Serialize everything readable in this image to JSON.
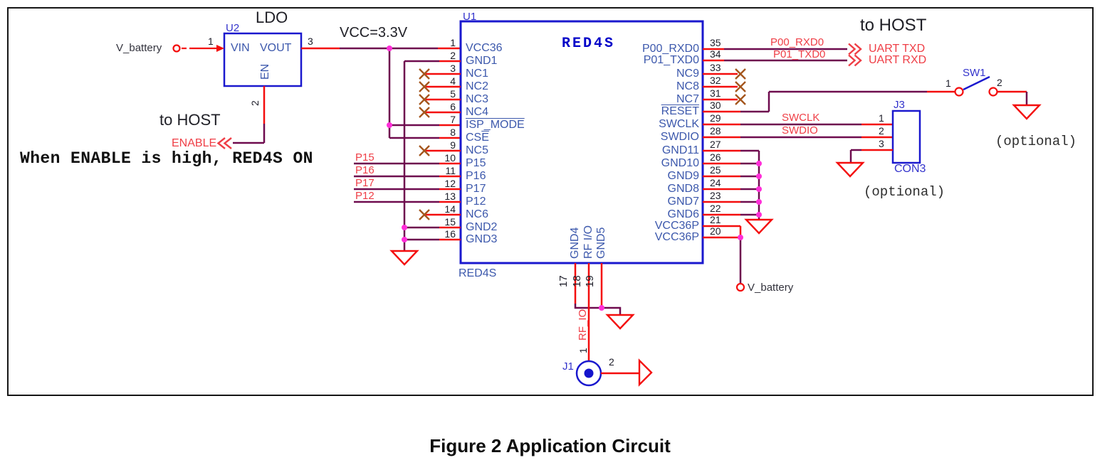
{
  "caption": "Figure 2 Application Circuit",
  "colors": {
    "wire_red": "#f40d0d",
    "wire_dark": "#6e0b4e",
    "junction_magenta": "#ff2ed8",
    "component_blue": "#1a18ce",
    "pin_name_blue": "#3c58ac",
    "net_label_red": "#ef3e46",
    "nc_cross_brown": "#a4561d"
  },
  "ldo": {
    "designator": "U2",
    "title": "LDO",
    "pin_vin": "VIN",
    "pin_vout": "VOUT",
    "pin_en": "EN",
    "pin1_num": "1",
    "pin2_num": "2",
    "pin3_num": "3"
  },
  "u1": {
    "designator": "U1",
    "title": "RED4S",
    "bottom_label": "RED4S",
    "left_pins": [
      {
        "num": "1",
        "name": "VCC36"
      },
      {
        "num": "2",
        "name": "GND1"
      },
      {
        "num": "3",
        "name": "NC1",
        "nc": true
      },
      {
        "num": "4",
        "name": "NC2",
        "nc": true
      },
      {
        "num": "5",
        "name": "NC3",
        "nc": true
      },
      {
        "num": "6",
        "name": "NC4",
        "nc": true
      },
      {
        "num": "7",
        "name": "ISP_MODE",
        "ol": "all"
      },
      {
        "num": "8",
        "name": "CSE",
        "ol": "last"
      },
      {
        "num": "9",
        "name": "NC5",
        "nc": true
      },
      {
        "num": "10",
        "name": "P15"
      },
      {
        "num": "11",
        "name": "P16"
      },
      {
        "num": "12",
        "name": "P17"
      },
      {
        "num": "13",
        "name": "P12"
      },
      {
        "num": "14",
        "name": "NC6",
        "nc": true
      },
      {
        "num": "15",
        "name": "GND2"
      },
      {
        "num": "16",
        "name": "GND3"
      }
    ],
    "right_pins": [
      {
        "num": "35",
        "name": "P00_RXD0"
      },
      {
        "num": "34",
        "name": "P01_TXD0"
      },
      {
        "num": "33",
        "name": "NC9",
        "nc": true
      },
      {
        "num": "32",
        "name": "NC8",
        "nc": true
      },
      {
        "num": "31",
        "name": "NC7",
        "nc": true
      },
      {
        "num": "30",
        "name": "RESET",
        "ol": "all"
      },
      {
        "num": "29",
        "name": "SWCLK"
      },
      {
        "num": "28",
        "name": "SWDIO"
      },
      {
        "num": "27",
        "name": "GND11"
      },
      {
        "num": "26",
        "name": "GND10"
      },
      {
        "num": "25",
        "name": "GND9"
      },
      {
        "num": "24",
        "name": "GND8"
      },
      {
        "num": "23",
        "name": "GND7"
      },
      {
        "num": "22",
        "name": "GND6"
      },
      {
        "num": "21",
        "name": "VCC36P"
      },
      {
        "num": "20",
        "name": "VCC36P"
      }
    ],
    "bottom_pins": [
      {
        "num": "17",
        "name": "GND4"
      },
      {
        "num": "18",
        "name": "RF I/O"
      },
      {
        "num": "19",
        "name": "GND5"
      }
    ]
  },
  "labels": {
    "v_battery_in": "V_battery",
    "vcc": "VCC=3.3V",
    "to_host_left": "to HOST",
    "enable": "ENABLE",
    "note": "When ENABLE is high, RED4S ON",
    "p_nets": [
      "P15",
      "P16",
      "P17",
      "P12"
    ],
    "p00_rxd0": "P00_RXD0",
    "p01_txd0": "P01_TXD0",
    "to_host_right": "to HOST",
    "uart_txd": "UART TXD",
    "uart_rxd": "UART RXD",
    "swclk": "SWCLK",
    "swdio": "SWDIO",
    "v_battery_right": "V_battery",
    "rf_io": "RF_IO",
    "optional_con3": "(optional)",
    "optional_sw1": "(optional)"
  },
  "sw1": {
    "designator": "SW1",
    "pin1": "1",
    "pin2": "2"
  },
  "j3": {
    "designator": "J3",
    "name": "CON3",
    "pin1": "1",
    "pin2": "2",
    "pin3": "3"
  },
  "j1": {
    "designator": "J1",
    "pin1": "1",
    "pin2": "2"
  }
}
